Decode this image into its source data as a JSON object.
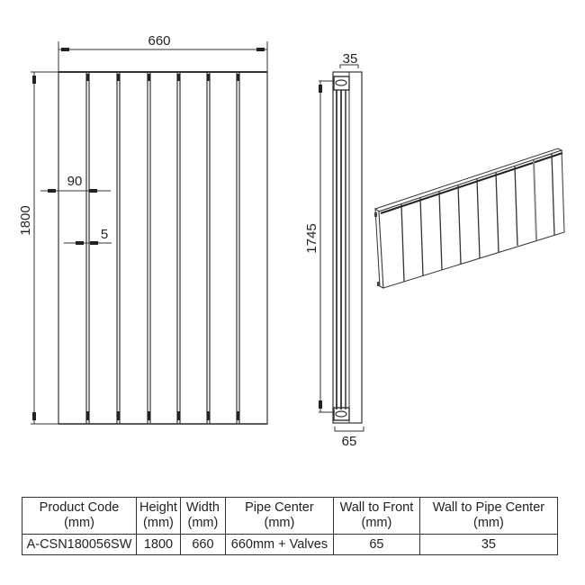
{
  "front_view": {
    "width_label": "660",
    "height_label": "1800",
    "panel_width_label": "90",
    "gap_label": "5",
    "panel_count": 7
  },
  "side_view": {
    "depth_top_label": "35",
    "pipe_center_height_label": "1745",
    "depth_bottom_label": "65"
  },
  "iso_view": {
    "panel_count": 9
  },
  "table": {
    "headers": [
      {
        "line1": "Product Code",
        "line2": "(mm)"
      },
      {
        "line1": "Height",
        "line2": "(mm)"
      },
      {
        "line1": "Width",
        "line2": "(mm)"
      },
      {
        "line1": "Pipe Center",
        "line2": "(mm)"
      },
      {
        "line1": "Wall to Front",
        "line2": "(mm)"
      },
      {
        "line1": "Wall to Pipe Center",
        "line2": "(mm)"
      }
    ],
    "rows": [
      [
        "A-CSN180056SW",
        "1800",
        "660",
        "660mm + Valves",
        "65",
        "35"
      ]
    ]
  }
}
